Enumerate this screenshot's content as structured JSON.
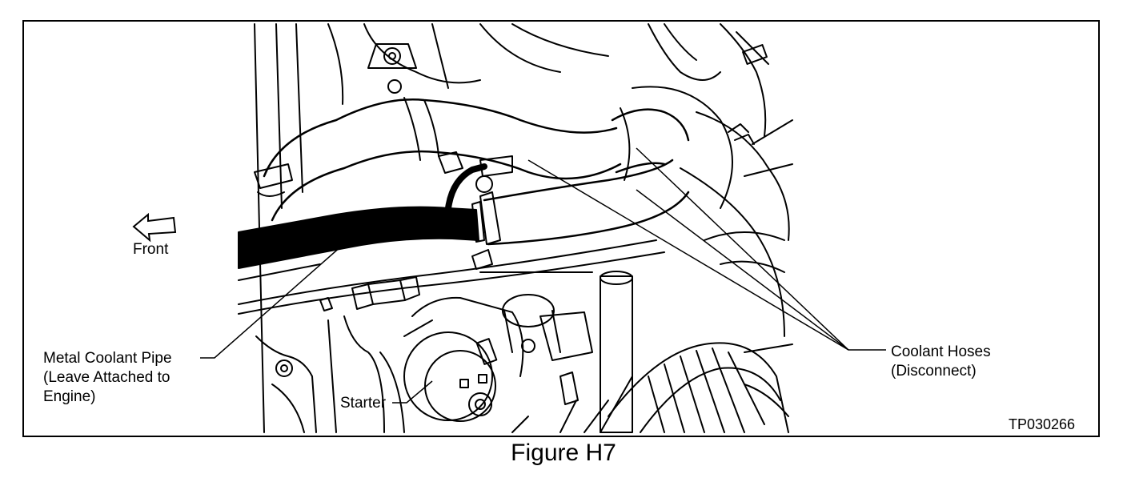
{
  "labels": {
    "front": "Front",
    "metal_pipe": [
      "Metal Coolant Pipe",
      "(Leave Attached to",
      "Engine)"
    ],
    "starter": "Starter",
    "coolant_hoses": [
      "Coolant Hoses",
      "(Disconnect)"
    ],
    "ref_code": "TP030266"
  },
  "caption": "Figure H7"
}
